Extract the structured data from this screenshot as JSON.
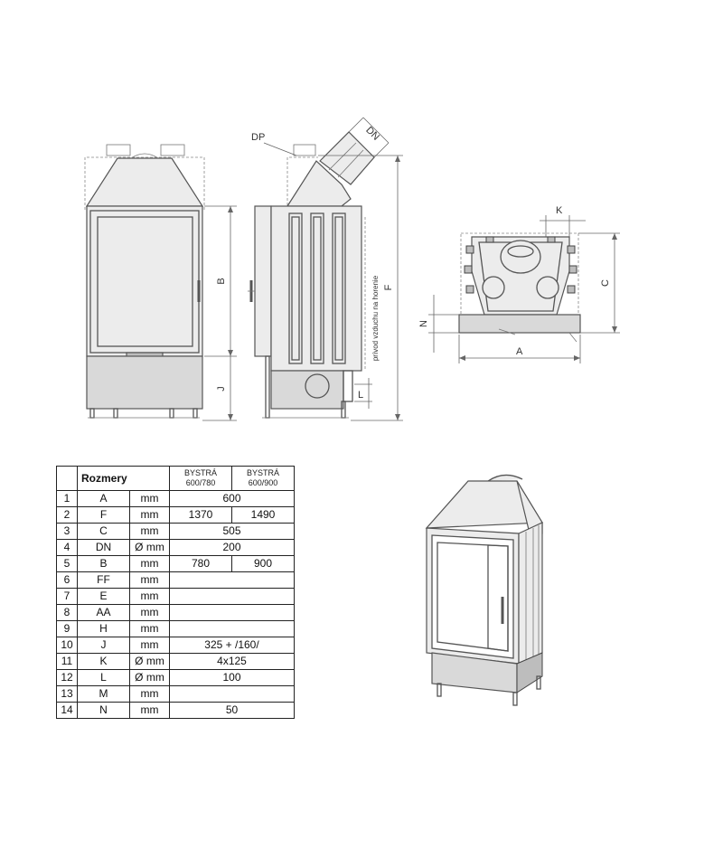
{
  "drawing": {
    "labels": {
      "dp": "DP",
      "dn": "DN",
      "b": "B",
      "j": "J",
      "f": "F",
      "l": "L",
      "k": "K",
      "c": "C",
      "n": "N",
      "a": "A",
      "air_inlet": "prívod vzduchu na horenie"
    }
  },
  "table": {
    "title": "Rozmery",
    "columns": [
      {
        "line1": "BYSTRÁ",
        "line2": "600/780"
      },
      {
        "line1": "BYSTRÁ",
        "line2": "600/900"
      }
    ],
    "rows": [
      {
        "no": "1",
        "code": "A",
        "unit": "mm",
        "merged": true,
        "value": "600"
      },
      {
        "no": "2",
        "code": "F",
        "unit": "mm",
        "merged": false,
        "v1": "1370",
        "v2": "1490"
      },
      {
        "no": "3",
        "code": "C",
        "unit": "mm",
        "merged": true,
        "value": "505"
      },
      {
        "no": "4",
        "code": "DN",
        "unit": "Ø mm",
        "merged": true,
        "value": "200"
      },
      {
        "no": "5",
        "code": "B",
        "unit": "mm",
        "merged": false,
        "v1": "780",
        "v2": "900"
      },
      {
        "no": "6",
        "code": "FF",
        "unit": "mm",
        "merged": true,
        "value": ""
      },
      {
        "no": "7",
        "code": "E",
        "unit": "mm",
        "merged": true,
        "value": ""
      },
      {
        "no": "8",
        "code": "AA",
        "unit": "mm",
        "merged": true,
        "value": ""
      },
      {
        "no": "9",
        "code": "H",
        "unit": "mm",
        "merged": true,
        "value": ""
      },
      {
        "no": "10",
        "code": "J",
        "unit": "mm",
        "merged": true,
        "value": "325 + /160/"
      },
      {
        "no": "11",
        "code": "K",
        "unit": "Ø mm",
        "merged": true,
        "value": "4x125"
      },
      {
        "no": "12",
        "code": "L",
        "unit": "Ø mm",
        "merged": true,
        "value": "100"
      },
      {
        "no": "13",
        "code": "M",
        "unit": "mm",
        "merged": true,
        "value": ""
      },
      {
        "no": "14",
        "code": "N",
        "unit": "mm",
        "merged": true,
        "value": "50"
      }
    ]
  }
}
